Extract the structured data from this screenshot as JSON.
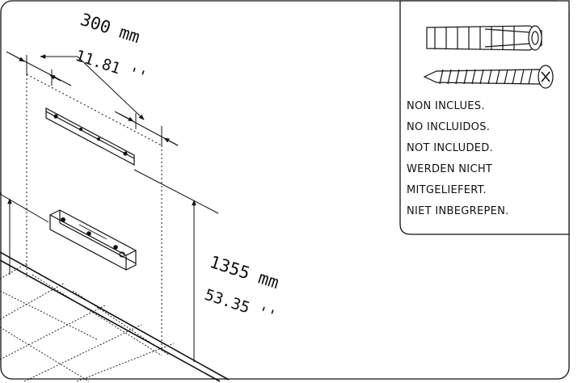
{
  "dimensions": {
    "width_mm": "300 mm",
    "width_in": "11.81 ''",
    "height_mm": "1355 mm",
    "height_in": "53.35 ''"
  },
  "not_included_notes": [
    "NON INCLUES.",
    "NO INCLUIDOS.",
    "NOT INCLUDED.",
    "WERDEN NICHT",
    "MITGELIEFERT.",
    "NIET INBEGREPEN."
  ],
  "icons": {
    "anchor": "wall-plug-icon",
    "screw": "screw-icon"
  }
}
